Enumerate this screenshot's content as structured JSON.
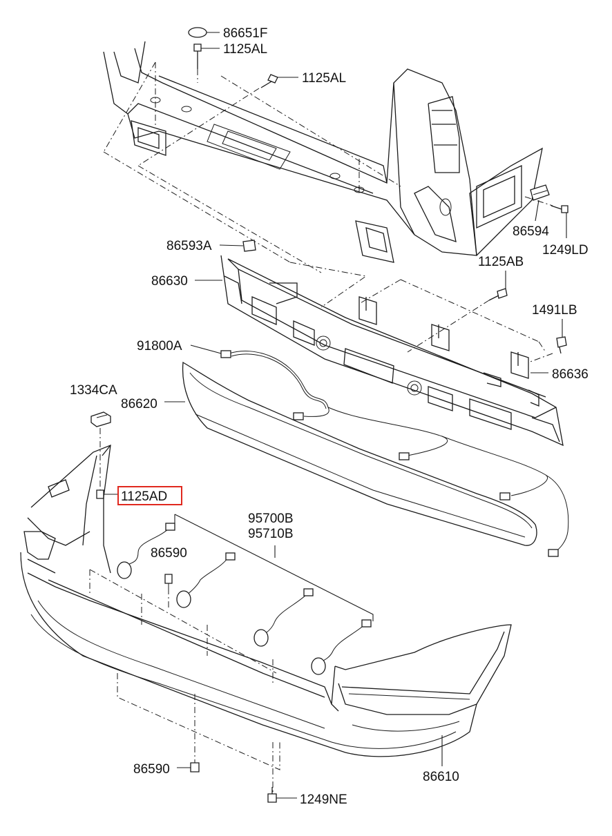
{
  "labels": {
    "l_86651F": "86651F",
    "l_1125AL_a": "1125AL",
    "l_1125AL_b": "1125AL",
    "l_86594": "86594",
    "l_1249LD": "1249LD",
    "l_86593A": "86593A",
    "l_86630": "86630",
    "l_1125AB": "1125AB",
    "l_1491LB": "1491LB",
    "l_91800A": "91800A",
    "l_86636": "86636",
    "l_1334CA": "1334CA",
    "l_86620": "86620",
    "l_1125AD": "1125AD",
    "l_95700B": "95700B",
    "l_95710B": "95710B",
    "l_86590_a": "86590",
    "l_86590_b": "86590",
    "l_86610": "86610",
    "l_1249NE": "1249NE"
  },
  "highlight": {
    "part": "1125AD",
    "color": "#e0281e"
  },
  "colors": {
    "ink": "#1a1a1a",
    "background": "#ffffff"
  }
}
